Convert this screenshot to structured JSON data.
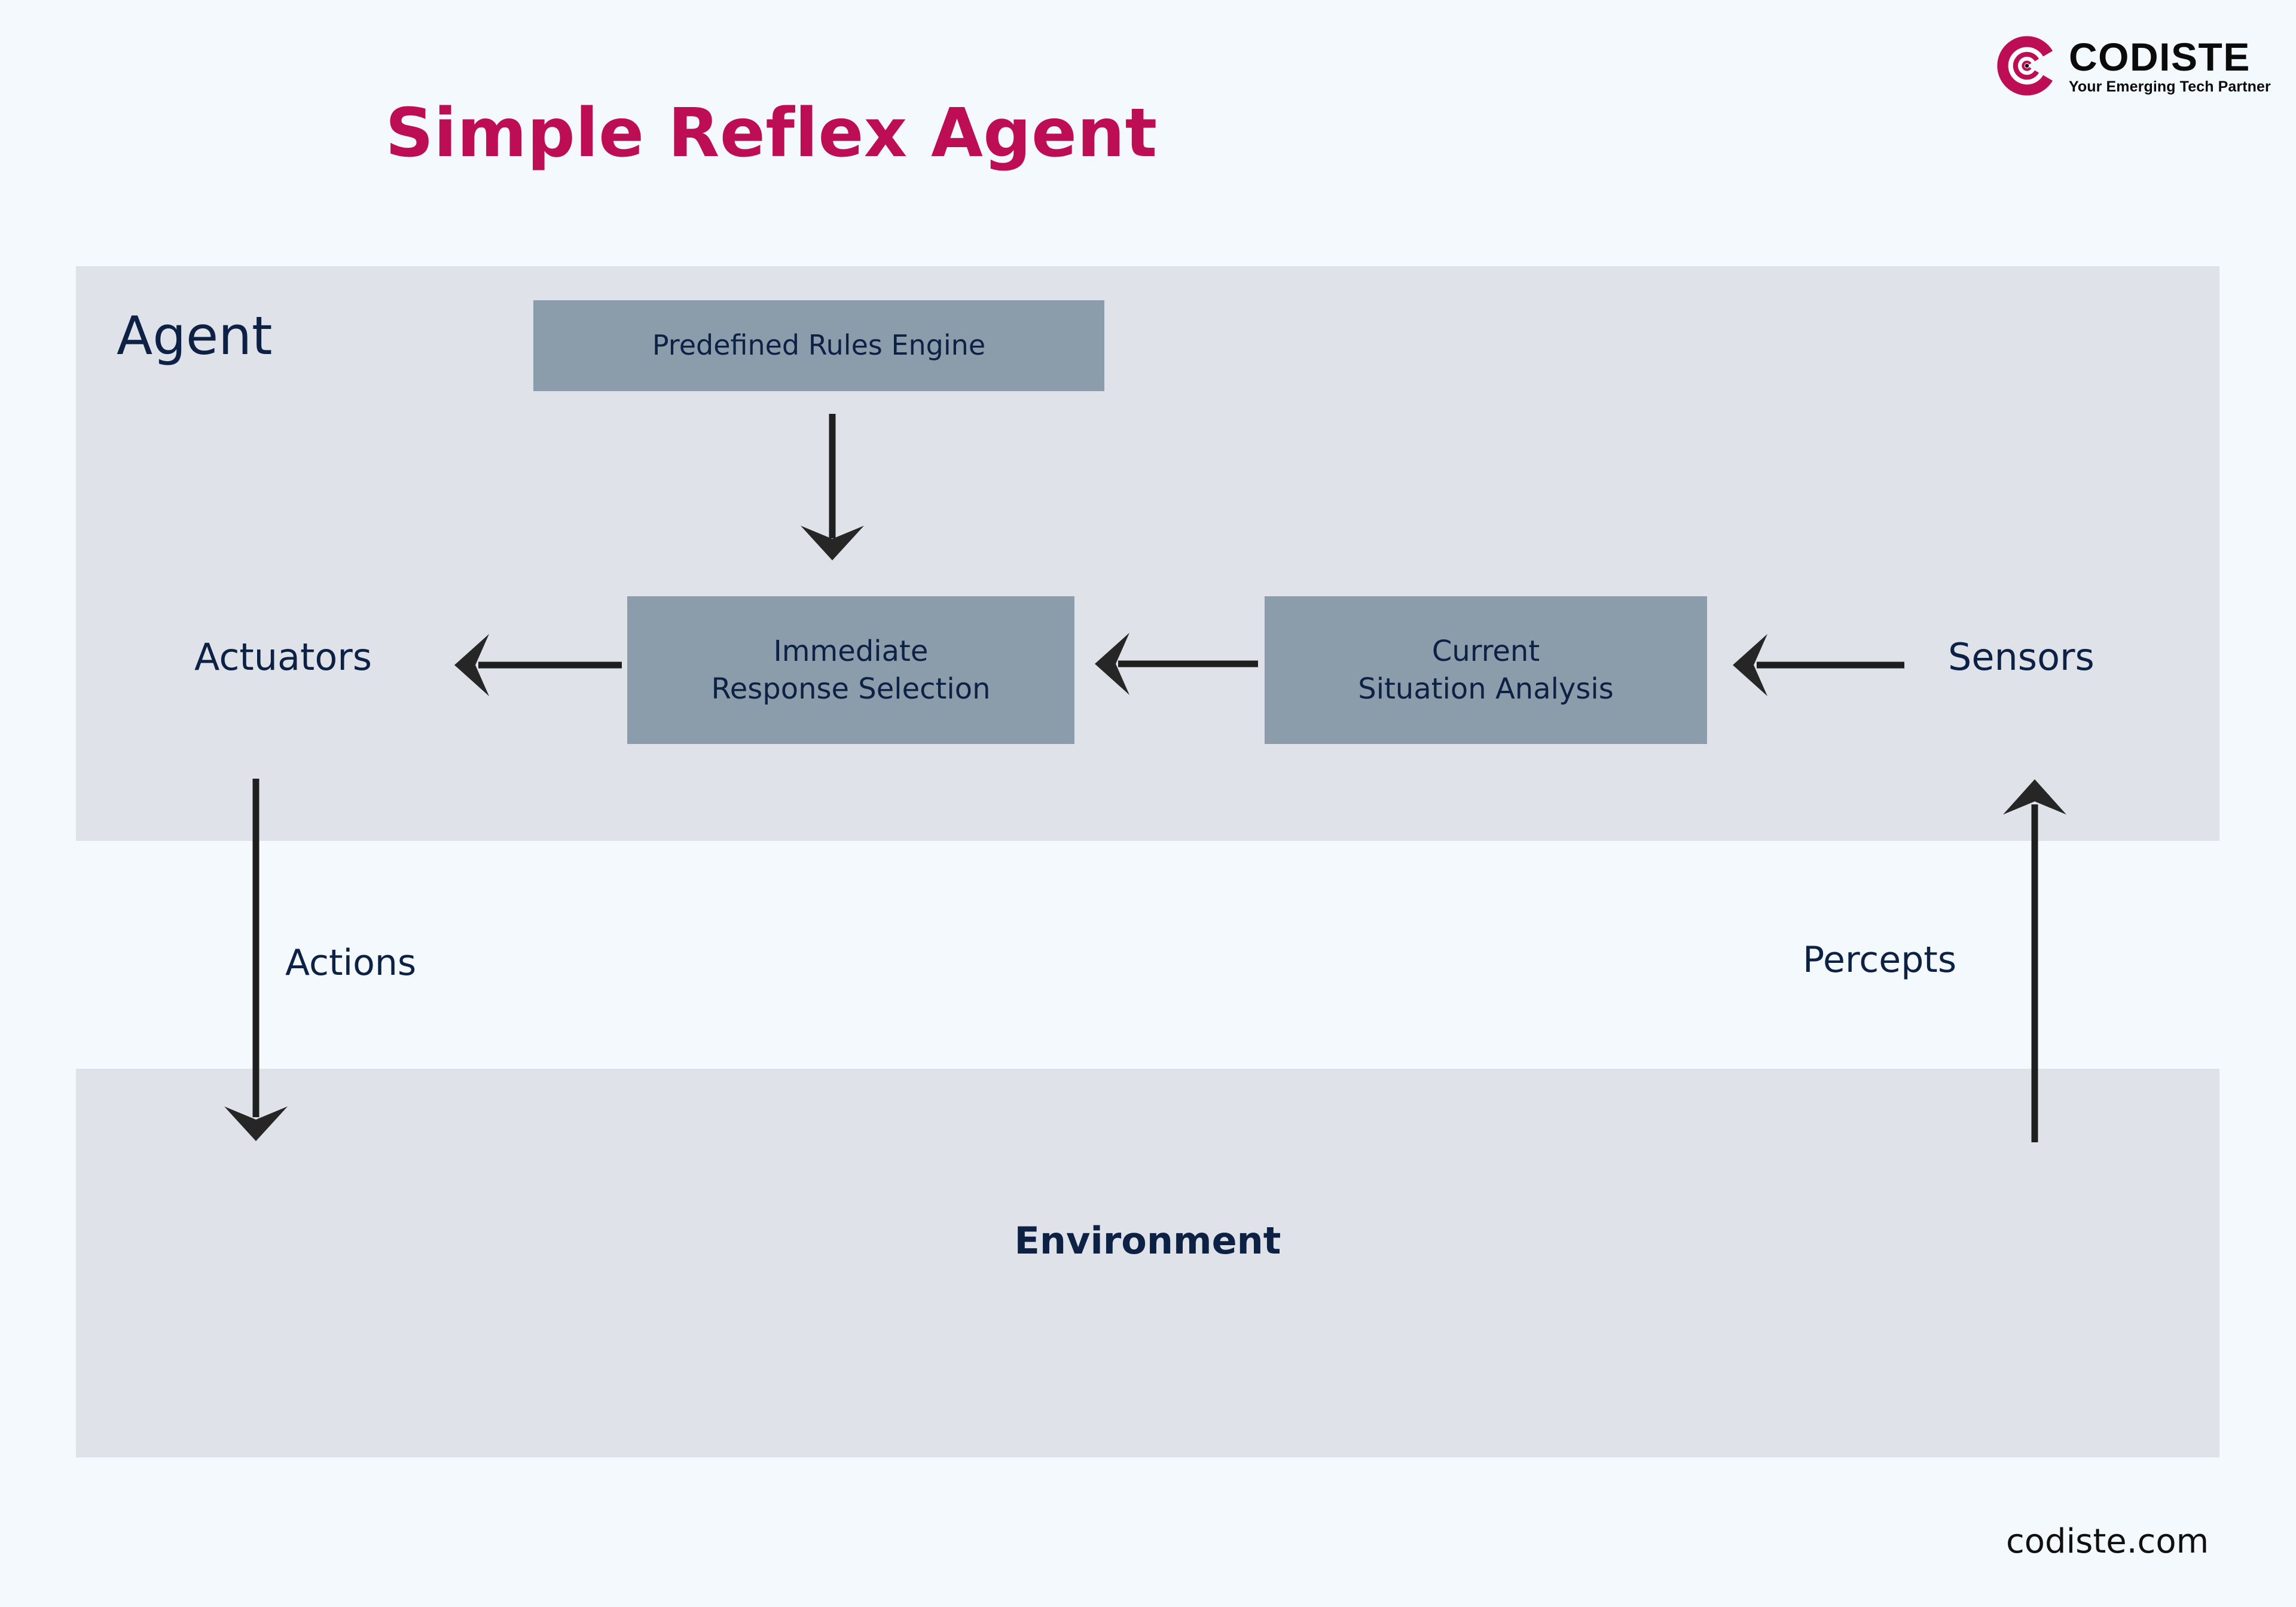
{
  "page": {
    "background_color": "#f4f9fe",
    "title": "Simple Reflex Agent",
    "title_color": "#bd0e55",
    "footer_url": "codiste.com"
  },
  "brand": {
    "name": "CODISTE",
    "tagline": "Your Emerging Tech Partner",
    "mark_color": "#bd0e55",
    "wordmark_color": "#0b0b0b",
    "mark_icon": "codiste-concentric-c-logo-icon"
  },
  "diagram": {
    "type": "flow-diagram",
    "panel_color": "#dfe3e9",
    "node_color": "#8b9cab",
    "text_color": "#0d2145",
    "arrow_color": "#1f1f1f",
    "agent": {
      "label": "Agent",
      "nodes": [
        {
          "id": "rules",
          "label": "Predefined Rules Engine",
          "lines": [
            "Predefined Rules Engine"
          ]
        },
        {
          "id": "response",
          "label": "Immediate Response Selection",
          "lines": [
            "Immediate",
            "Response Selection"
          ]
        },
        {
          "id": "situation",
          "label": "Current Situation Analysis",
          "lines": [
            "Current",
            "Situation Analysis"
          ]
        }
      ],
      "ports": [
        {
          "id": "actuators",
          "label": "Actuators",
          "side": "left"
        },
        {
          "id": "sensors",
          "label": "Sensors",
          "side": "right"
        }
      ]
    },
    "environment": {
      "label": "Environment"
    },
    "flows": [
      {
        "id": "actions",
        "label": "Actions",
        "from": "actuators",
        "to": "environment",
        "direction": "down"
      },
      {
        "id": "percepts",
        "label": "Percepts",
        "from": "environment",
        "to": "sensors",
        "direction": "up"
      }
    ],
    "edges": [
      {
        "from": "rules",
        "to": "response",
        "direction": "down",
        "label": ""
      },
      {
        "from": "situation",
        "to": "response",
        "direction": "left",
        "label": ""
      },
      {
        "from": "response",
        "to": "actuators",
        "direction": "left",
        "label": ""
      },
      {
        "from": "sensors",
        "to": "situation",
        "direction": "left",
        "label": ""
      }
    ]
  }
}
